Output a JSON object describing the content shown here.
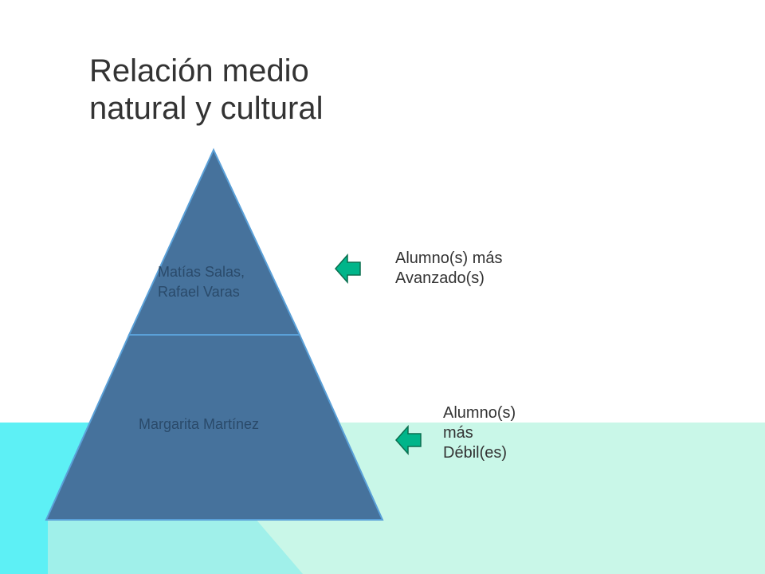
{
  "title": {
    "line1": "Relación medio",
    "line2": "natural y cultural"
  },
  "pyramid": {
    "tiers": [
      {
        "lines": [
          "Matías Salas,",
          "Rafael Varas"
        ]
      },
      {
        "lines": [
          "Margarita Martínez"
        ]
      }
    ]
  },
  "labels": [
    {
      "lines": [
        "Alumno(s) más",
        "Avanzado(s)"
      ]
    },
    {
      "lines": [
        "Alumno(s)",
        "más",
        "Débil(es)"
      ]
    }
  ],
  "colors": {
    "pyramid_fill": "#46729c",
    "pyramid_stroke": "#5aa0d8",
    "arrow_fill": "#00b58a",
    "bg_mint": "#c9f7e8",
    "bg_cyan": "#5df0f5",
    "bg_light": "#a0f0ea"
  },
  "icons": {
    "arrow": "left-arrow-icon"
  }
}
